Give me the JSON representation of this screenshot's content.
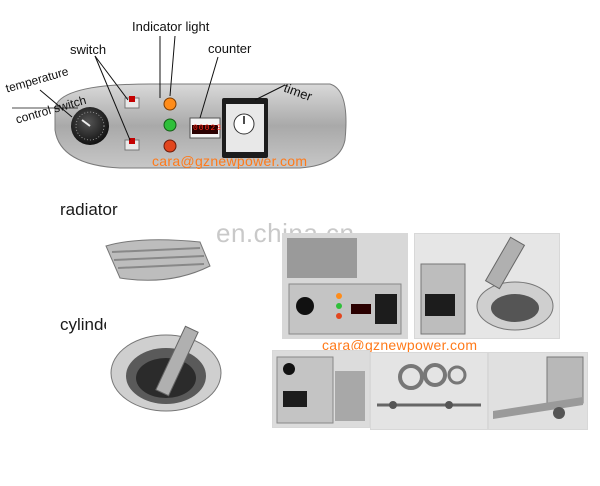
{
  "panel": {
    "labels": {
      "indicator_light": "Indicator light",
      "switch": "switch",
      "counter": "counter",
      "temperature": "temperature",
      "control_switch": "control switch",
      "timer": "timer"
    },
    "counter_value": "00023",
    "email": "cara@gznewpower.com"
  },
  "parts": {
    "radiator": "radiator",
    "cylinder": "cylinder"
  },
  "watermark": "en.china.cn",
  "photos": {
    "email": "cara@gznewpower.com"
  },
  "colors": {
    "email_orange": "#ff7a1a",
    "panel_steel": "#b9b9b9",
    "indicator_orange": "#ff8c1a",
    "indicator_green": "#2fbf3a",
    "indicator_red": "#e2461e",
    "counter_red": "#ff2a1a"
  }
}
